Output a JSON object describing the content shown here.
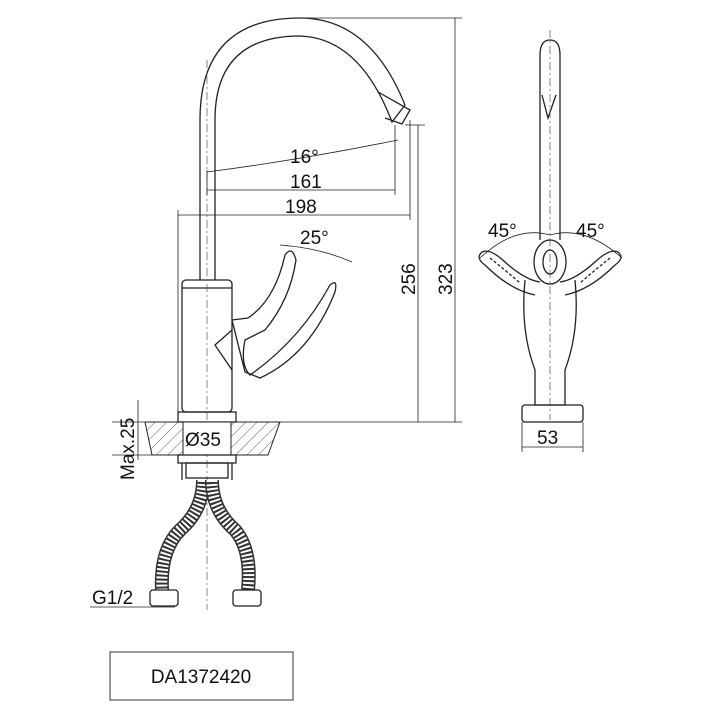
{
  "drawing": {
    "side_view": {
      "spout_angle": "16°",
      "reach_inner": "161",
      "reach_outer": "198",
      "lever_angle": "25°",
      "spout_height": "256",
      "total_height": "323",
      "max_counter_thickness": "Max.25",
      "hole_diameter": "Ø35",
      "thread": "G1/2"
    },
    "front_view": {
      "handle_angle_left": "45°",
      "handle_angle_right": "45°",
      "base_width": "53"
    },
    "model_code": "DA1372420"
  }
}
